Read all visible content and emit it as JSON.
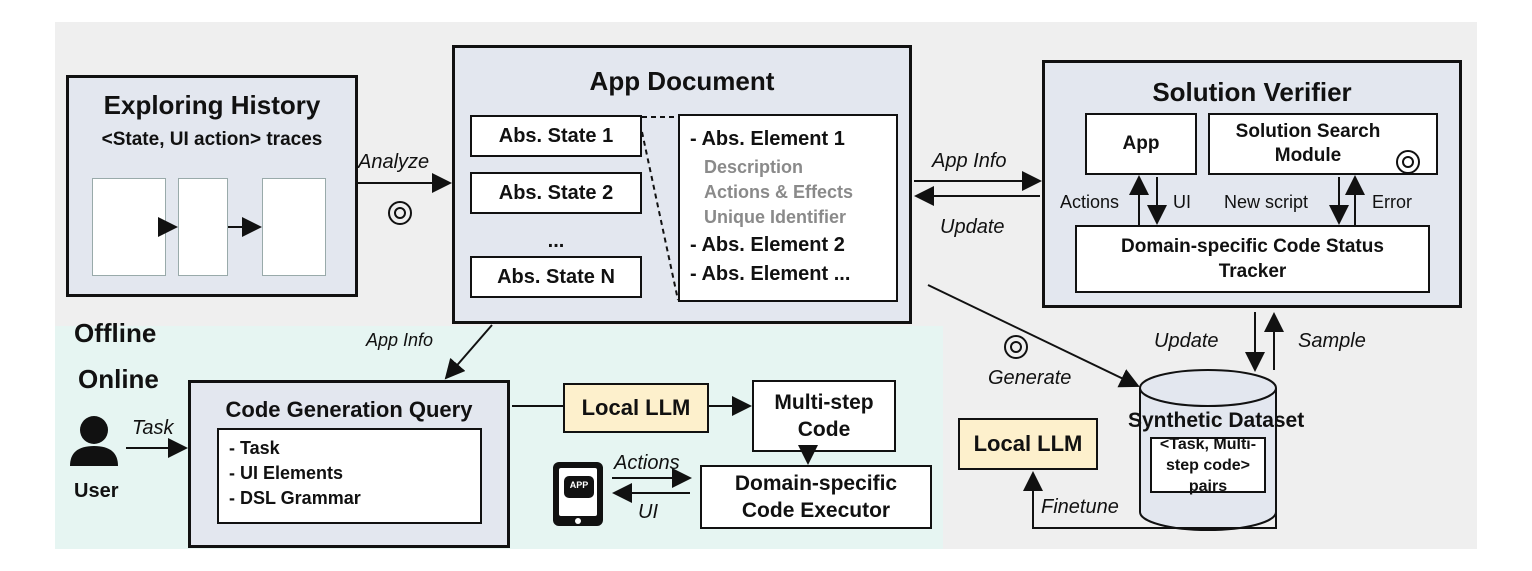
{
  "sections": {
    "offline": "Offline",
    "online": "Online"
  },
  "exploring_history": {
    "title": "Exploring History",
    "subtitle": "<State, UI action> traces"
  },
  "app_document": {
    "title": "App Document",
    "states": [
      "Abs. State 1",
      "Abs. State 2",
      "...",
      "Abs. State N"
    ],
    "element_1": "- Abs. Element 1",
    "element_details": [
      "Description",
      "Actions & Effects",
      "Unique Identifier"
    ],
    "element_2": "- Abs. Element 2",
    "element_more": "- Abs. Element ..."
  },
  "solution_verifier": {
    "title": "Solution Verifier",
    "app": "App",
    "search_module": "Solution Search Module",
    "tracker": "Domain-specific Code Status Tracker",
    "actions": "Actions",
    "ui": "UI",
    "new_script": "New script",
    "error": "Error"
  },
  "edges": {
    "analyze": "Analyze",
    "app_info_right": "App Info",
    "update_left": "Update",
    "app_info_down": "App Info",
    "update_down": "Update",
    "sample": "Sample",
    "generate": "Generate",
    "task": "Task",
    "actions": "Actions",
    "ui": "UI",
    "finetune": "Finetune"
  },
  "code_generation": {
    "title": "Code Generation Query",
    "items": [
      "- Task",
      "- UI Elements",
      "- DSL Grammar"
    ]
  },
  "user_label": "User",
  "local_llm_online": "Local LLM",
  "local_llm_offline": "Local LLM",
  "multi_step_code": "Multi-step Code",
  "executor": "Domain-specific Code Executor",
  "phone_badge": "APP",
  "synthetic_dataset": {
    "title": "Synthetic Dataset",
    "content": "<Task, Multi-step code> pairs"
  },
  "colors": {
    "panel": "#e3e7ef",
    "offline_bg": "#efefef",
    "online_bg": "#e6f5f2",
    "llm": "#fdf0cc"
  }
}
